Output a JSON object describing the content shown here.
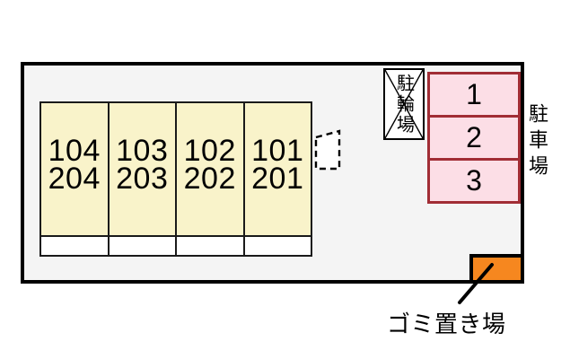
{
  "site_plan": {
    "building": {
      "units": [
        {
          "line1": "104",
          "line2": "204"
        },
        {
          "line1": "103",
          "line2": "203"
        },
        {
          "line1": "102",
          "line2": "202"
        },
        {
          "line1": "101",
          "line2": "201"
        }
      ]
    },
    "bicycle_parking": {
      "label": "駐輪場"
    },
    "car_parking": {
      "label": "駐車場",
      "spaces": [
        "1",
        "2",
        "3"
      ]
    },
    "garbage": {
      "label": "ゴミ置き場"
    },
    "colors": {
      "site_fill": "#f4f4f4",
      "unit_fill": "#f9f3ca",
      "parking_space_fill": "#fcdee6",
      "parking_border": "#a12d35",
      "garbage_fill": "#f6871f",
      "outline": "#000000"
    }
  }
}
